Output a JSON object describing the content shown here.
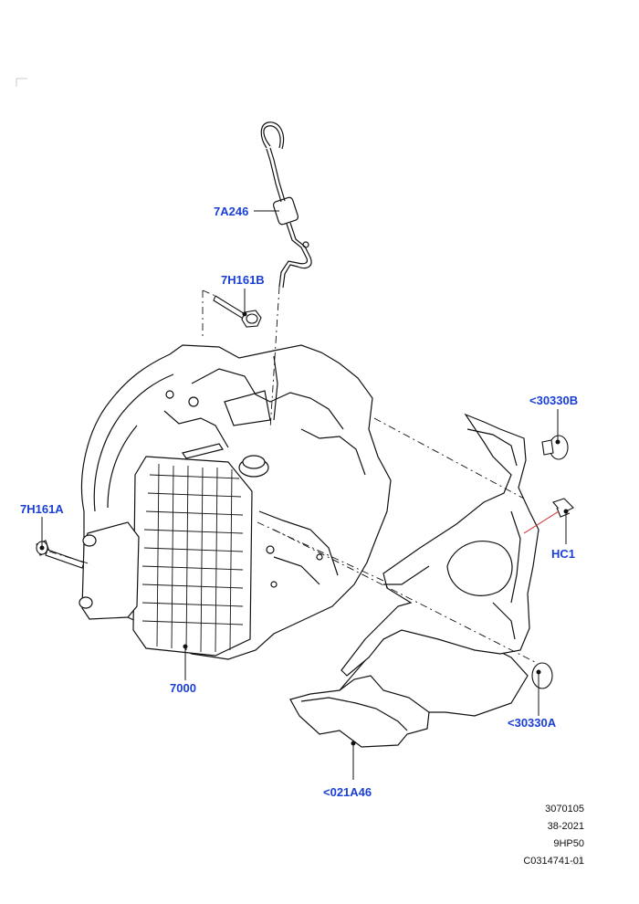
{
  "labels": {
    "7A246": "7A246",
    "7H161B": "7H161B",
    "7H161A": "7H161A",
    "7000": "7000",
    "30330B": "<30330B",
    "HC1": "HC1",
    "30330A": "<30330A",
    "021A46": "<021A46"
  },
  "reference": {
    "line1": "3070105",
    "line2": "38-2021",
    "line3": "9HP50",
    "line4": "C0314741-01"
  },
  "colors": {
    "label": "#1a3fd6",
    "line": "#111111",
    "leader_red": "#d42020"
  }
}
